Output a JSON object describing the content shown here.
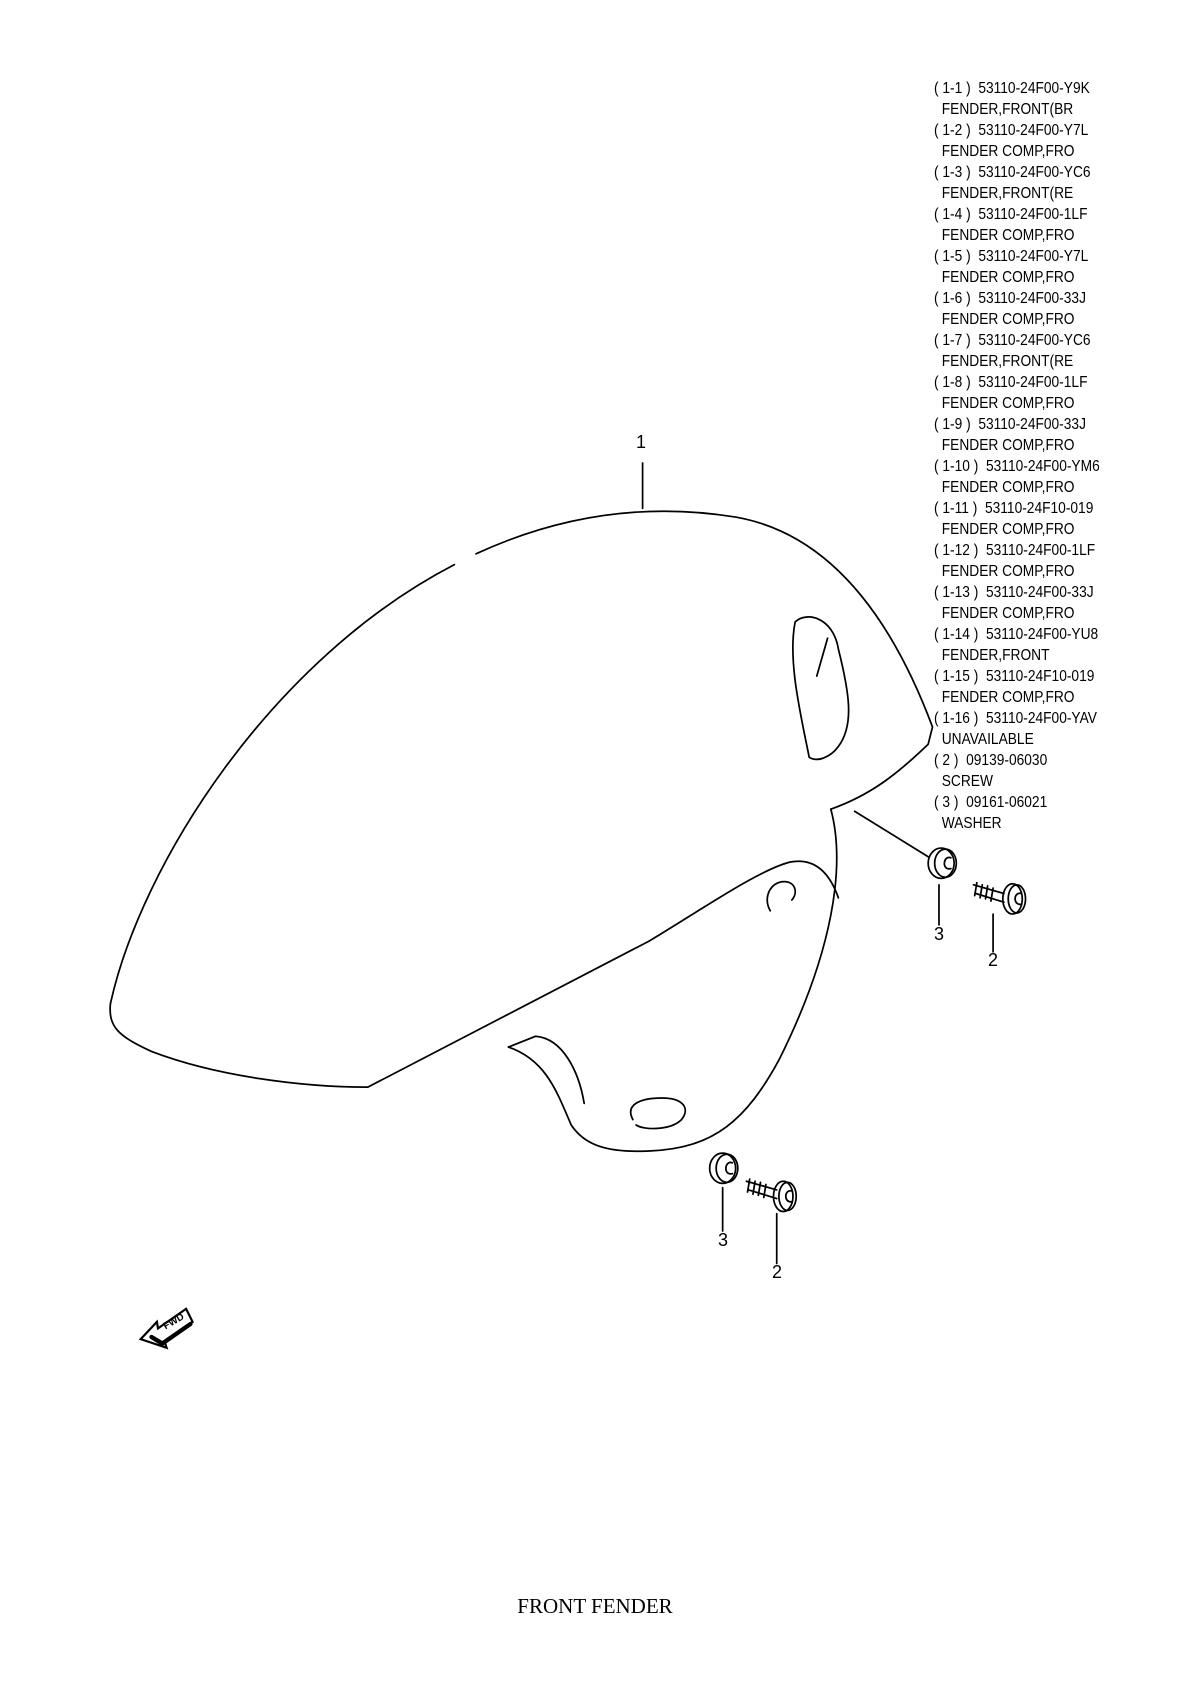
{
  "title": "FRONT FENDER",
  "parts_list": [
    {
      "ref": "( 1-1 )",
      "part_no": "53110-24F00-Y9K",
      "desc": "FENDER,FRONT(BR"
    },
    {
      "ref": "( 1-2 )",
      "part_no": "53110-24F00-Y7L",
      "desc": "FENDER COMP,FRO"
    },
    {
      "ref": "( 1-3 )",
      "part_no": "53110-24F00-YC6",
      "desc": "FENDER,FRONT(RE"
    },
    {
      "ref": "( 1-4 )",
      "part_no": "53110-24F00-1LF",
      "desc": "FENDER COMP,FRO"
    },
    {
      "ref": "( 1-5 )",
      "part_no": "53110-24F00-Y7L",
      "desc": "FENDER COMP,FRO"
    },
    {
      "ref": "( 1-6 )",
      "part_no": "53110-24F00-33J",
      "desc": "FENDER COMP,FRO"
    },
    {
      "ref": "( 1-7 )",
      "part_no": "53110-24F00-YC6",
      "desc": "FENDER,FRONT(RE"
    },
    {
      "ref": "( 1-8 )",
      "part_no": "53110-24F00-1LF",
      "desc": "FENDER COMP,FRO"
    },
    {
      "ref": "( 1-9 )",
      "part_no": "53110-24F00-33J",
      "desc": "FENDER COMP,FRO"
    },
    {
      "ref": "( 1-10 )",
      "part_no": "53110-24F00-YM6",
      "desc": "FENDER COMP,FRO"
    },
    {
      "ref": "( 1-11 )",
      "part_no": "53110-24F10-019",
      "desc": "FENDER COMP,FRO"
    },
    {
      "ref": "( 1-12 )",
      "part_no": "53110-24F00-1LF",
      "desc": "FENDER COMP,FRO"
    },
    {
      "ref": "( 1-13 )",
      "part_no": "53110-24F00-33J",
      "desc": "FENDER COMP,FRO"
    },
    {
      "ref": "( 1-14 )",
      "part_no": "53110-24F00-YU8",
      "desc": "FENDER,FRONT"
    },
    {
      "ref": "( 1-15 )",
      "part_no": "53110-24F10-019",
      "desc": "FENDER COMP,FRO"
    },
    {
      "ref": "( 1-16 )",
      "part_no": "53110-24F00-YAV",
      "desc": "UNAVAILABLE"
    },
    {
      "ref": "( 2 )",
      "part_no": "09139-06030",
      "desc": "SCREW"
    },
    {
      "ref": "( 3 )",
      "part_no": "09161-06021",
      "desc": "WASHER"
    }
  ],
  "callouts": {
    "fender": "1",
    "screw_a": "2",
    "washer_a": "3",
    "screw_b": "2",
    "washer_b": "3"
  },
  "fwd_label": "FWD"
}
